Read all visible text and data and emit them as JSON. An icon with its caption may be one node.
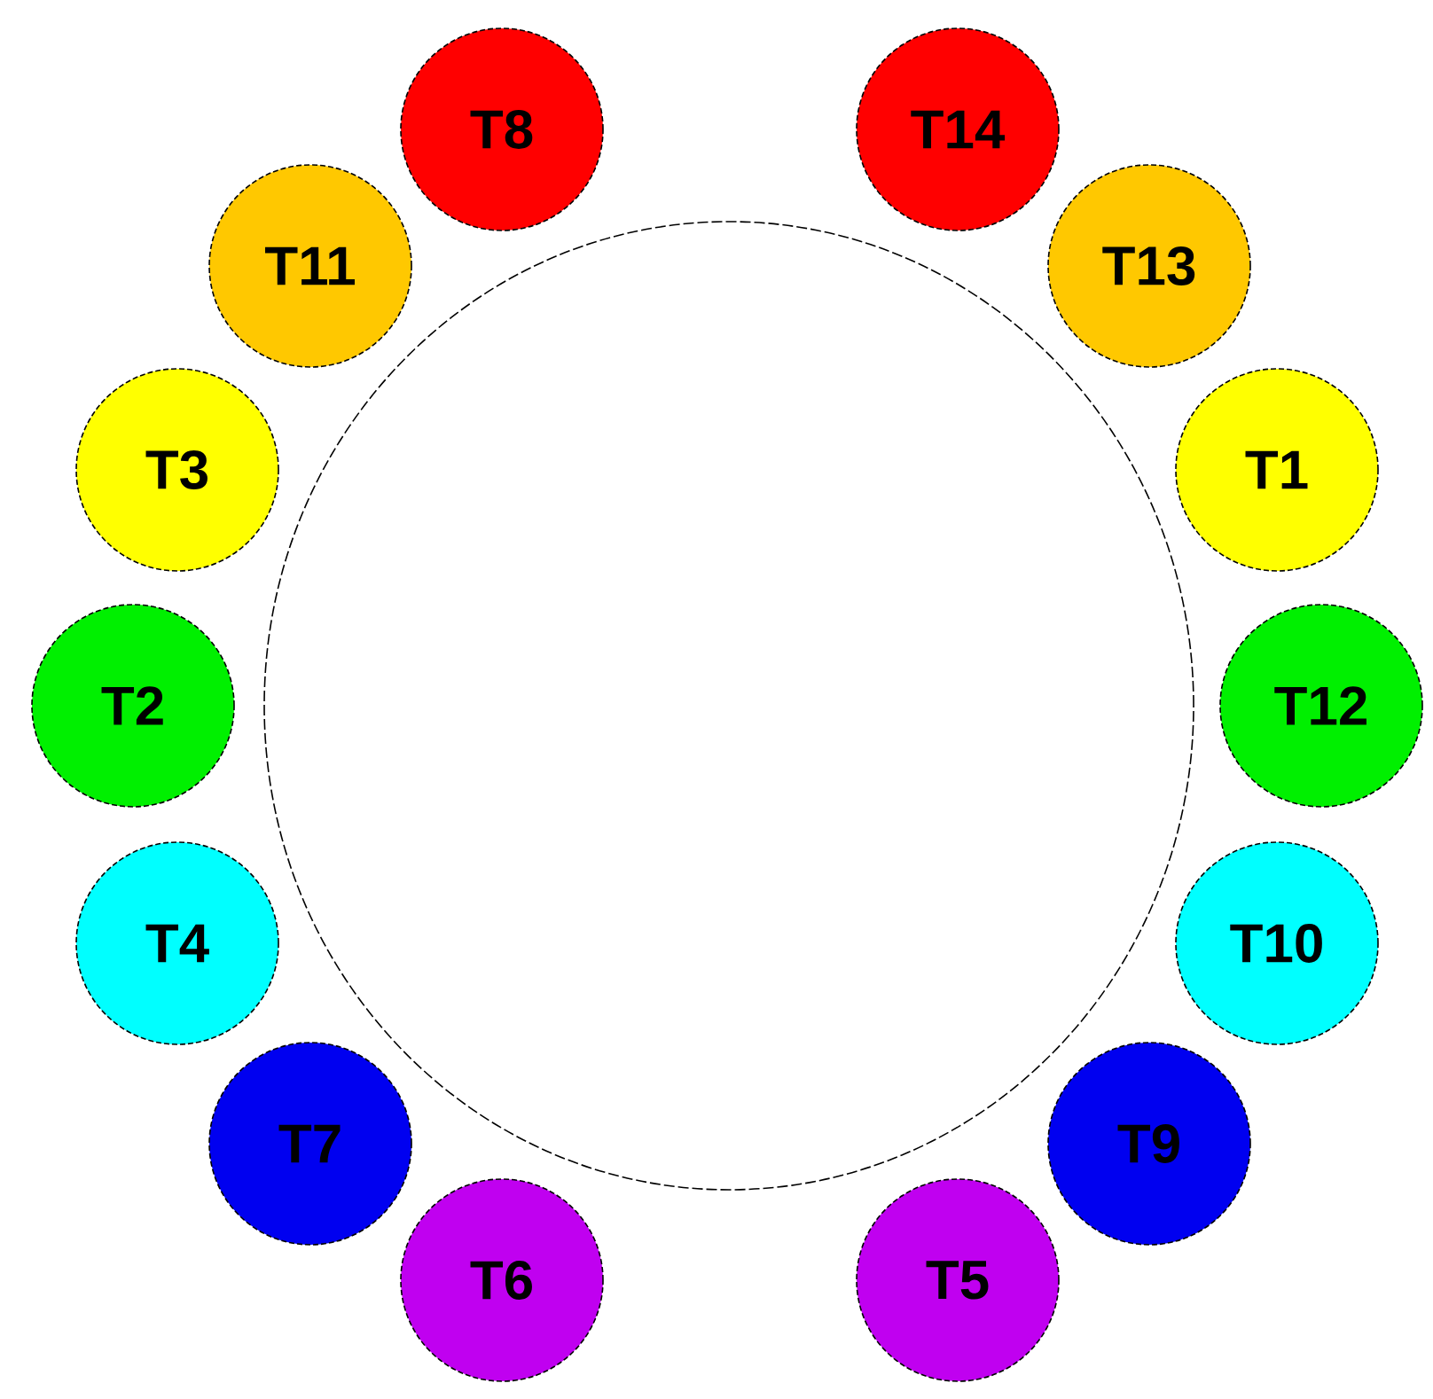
{
  "diagram": {
    "nodes": [
      {
        "text": [],
        "shape": "circle"
      },
      {
        "text": [
          "T8"
        ]
      },
      {
        "text": [
          "T14"
        ]
      },
      {
        "text": [
          "T11"
        ]
      },
      {
        "text": [
          "T13"
        ]
      },
      {
        "text": [
          "T3"
        ]
      },
      {
        "text": [
          "T1"
        ]
      },
      {
        "text": [
          "T2"
        ]
      },
      {
        "text": [
          "T12"
        ]
      },
      {
        "text": [
          "T4"
        ]
      },
      {
        "text": [
          "T10"
        ]
      },
      {
        "text": [
          "T7"
        ]
      },
      {
        "text": [
          "T9"
        ]
      },
      {
        "text": [
          "T6"
        ]
      },
      {
        "text": [
          "T5"
        ]
      }
    ]
  }
}
